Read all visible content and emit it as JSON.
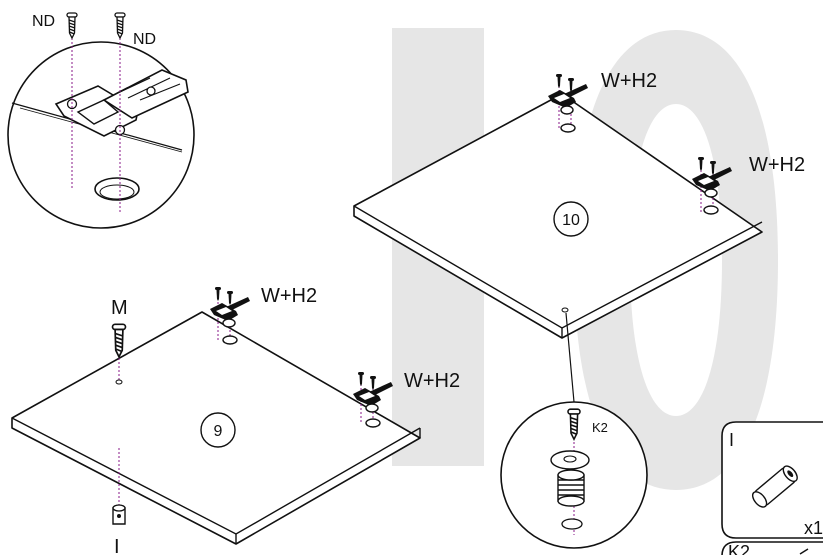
{
  "watermark": {
    "text": "10",
    "color": "#e6e6e6"
  },
  "accent_color": "#8a1a8a",
  "detail_hinge": {
    "label_left": "ND",
    "label_right": "ND"
  },
  "panel_9": {
    "number": "9",
    "top_screw_label": "M",
    "bottom_label": "I",
    "hinge_label_1": "W+H2",
    "hinge_label_2": "W+H2"
  },
  "panel_10": {
    "number": "10",
    "hinge_label_1": "W+H2",
    "hinge_label_2": "W+H2"
  },
  "detail_leg": {
    "label": "K2"
  },
  "parts_legend": {
    "card_1": {
      "label": "I",
      "quantity": "x1"
    },
    "card_2": {
      "label": "K2"
    }
  }
}
